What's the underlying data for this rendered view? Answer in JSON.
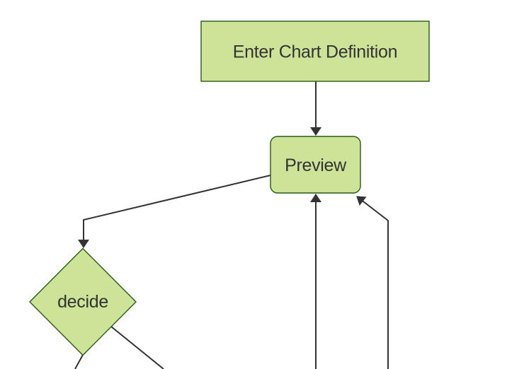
{
  "diagram": {
    "kind": "flowchart",
    "nodes": [
      {
        "id": "enter-chart-definition",
        "shape": "rectangle",
        "label": "Enter Chart Definition"
      },
      {
        "id": "preview",
        "shape": "rounded-rectangle",
        "label": "Preview"
      },
      {
        "id": "decide",
        "shape": "diamond",
        "label": "decide"
      }
    ],
    "edges": [
      {
        "from": "enter-chart-definition",
        "to": "preview",
        "arrowhead": true
      },
      {
        "from": "preview",
        "to": "decide",
        "arrowhead": true
      },
      {
        "from": "offscreen-bottom",
        "to": "preview",
        "arrowhead": true
      },
      {
        "from": "offscreen-bottom-right",
        "to": "preview",
        "arrowhead": true
      },
      {
        "from": "decide",
        "to": "offscreen-bottom-left",
        "arrowhead": false
      },
      {
        "from": "decide",
        "to": "offscreen-bottom-right",
        "arrowhead": false
      }
    ],
    "colors": {
      "canvas": "#ffffff",
      "node_fill": "#cde498",
      "node_border": "#2a5a14",
      "edge": "#333333",
      "label": "#333333"
    }
  }
}
